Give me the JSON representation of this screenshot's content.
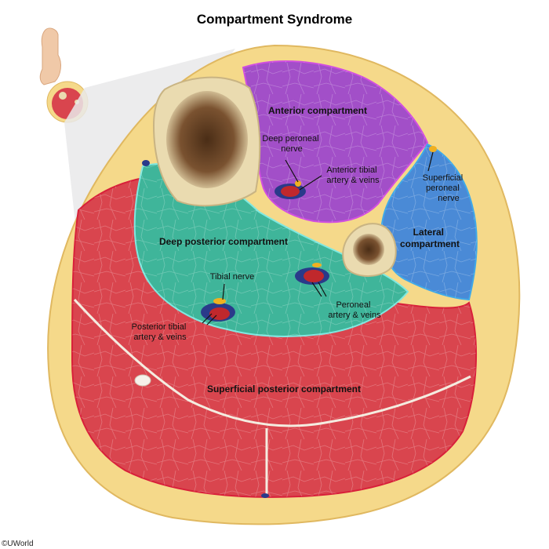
{
  "title": "Compartment Syndrome",
  "credit": "©UWorld",
  "compartments": {
    "anterior": {
      "label": "Anterior compartment",
      "color": "#a24fc8",
      "border": "#d04fe0"
    },
    "lateral": {
      "label_line1": "Lateral",
      "label_line2": "compartment",
      "color": "#4a8ad6",
      "border": "#3fa8e8"
    },
    "deep_posterior": {
      "label": "Deep posterior compartment",
      "color": "#3fb59a",
      "border": "#7fe8e0"
    },
    "superficial_posterior": {
      "label": "Superficial posterior compartment",
      "color": "#d9454e",
      "border": "#d8203a"
    }
  },
  "structures": {
    "deep_peroneal_nerve": {
      "line1": "Deep peroneal",
      "line2": "nerve"
    },
    "anterior_tibial": {
      "line1": "Anterior tibial",
      "line2": "artery & veins"
    },
    "superficial_peroneal_nerve": {
      "line1": "Superficial",
      "line2": "peroneal",
      "line3": "nerve"
    },
    "tibial_nerve": {
      "label": "Tibial nerve"
    },
    "posterior_tibial": {
      "line1": "Posterior tibial",
      "line2": "artery & veins"
    },
    "peroneal": {
      "line1": "Peroneal",
      "line2": "artery & veins"
    }
  },
  "colors": {
    "skin_fat": "#f5d98a",
    "fat_edge": "#e8c46a",
    "bone": "#eadbb0",
    "marrow": "#6b4a2a",
    "artery": "#c0282c",
    "vein": "#2a3a8a",
    "nerve": "#f0b020"
  }
}
